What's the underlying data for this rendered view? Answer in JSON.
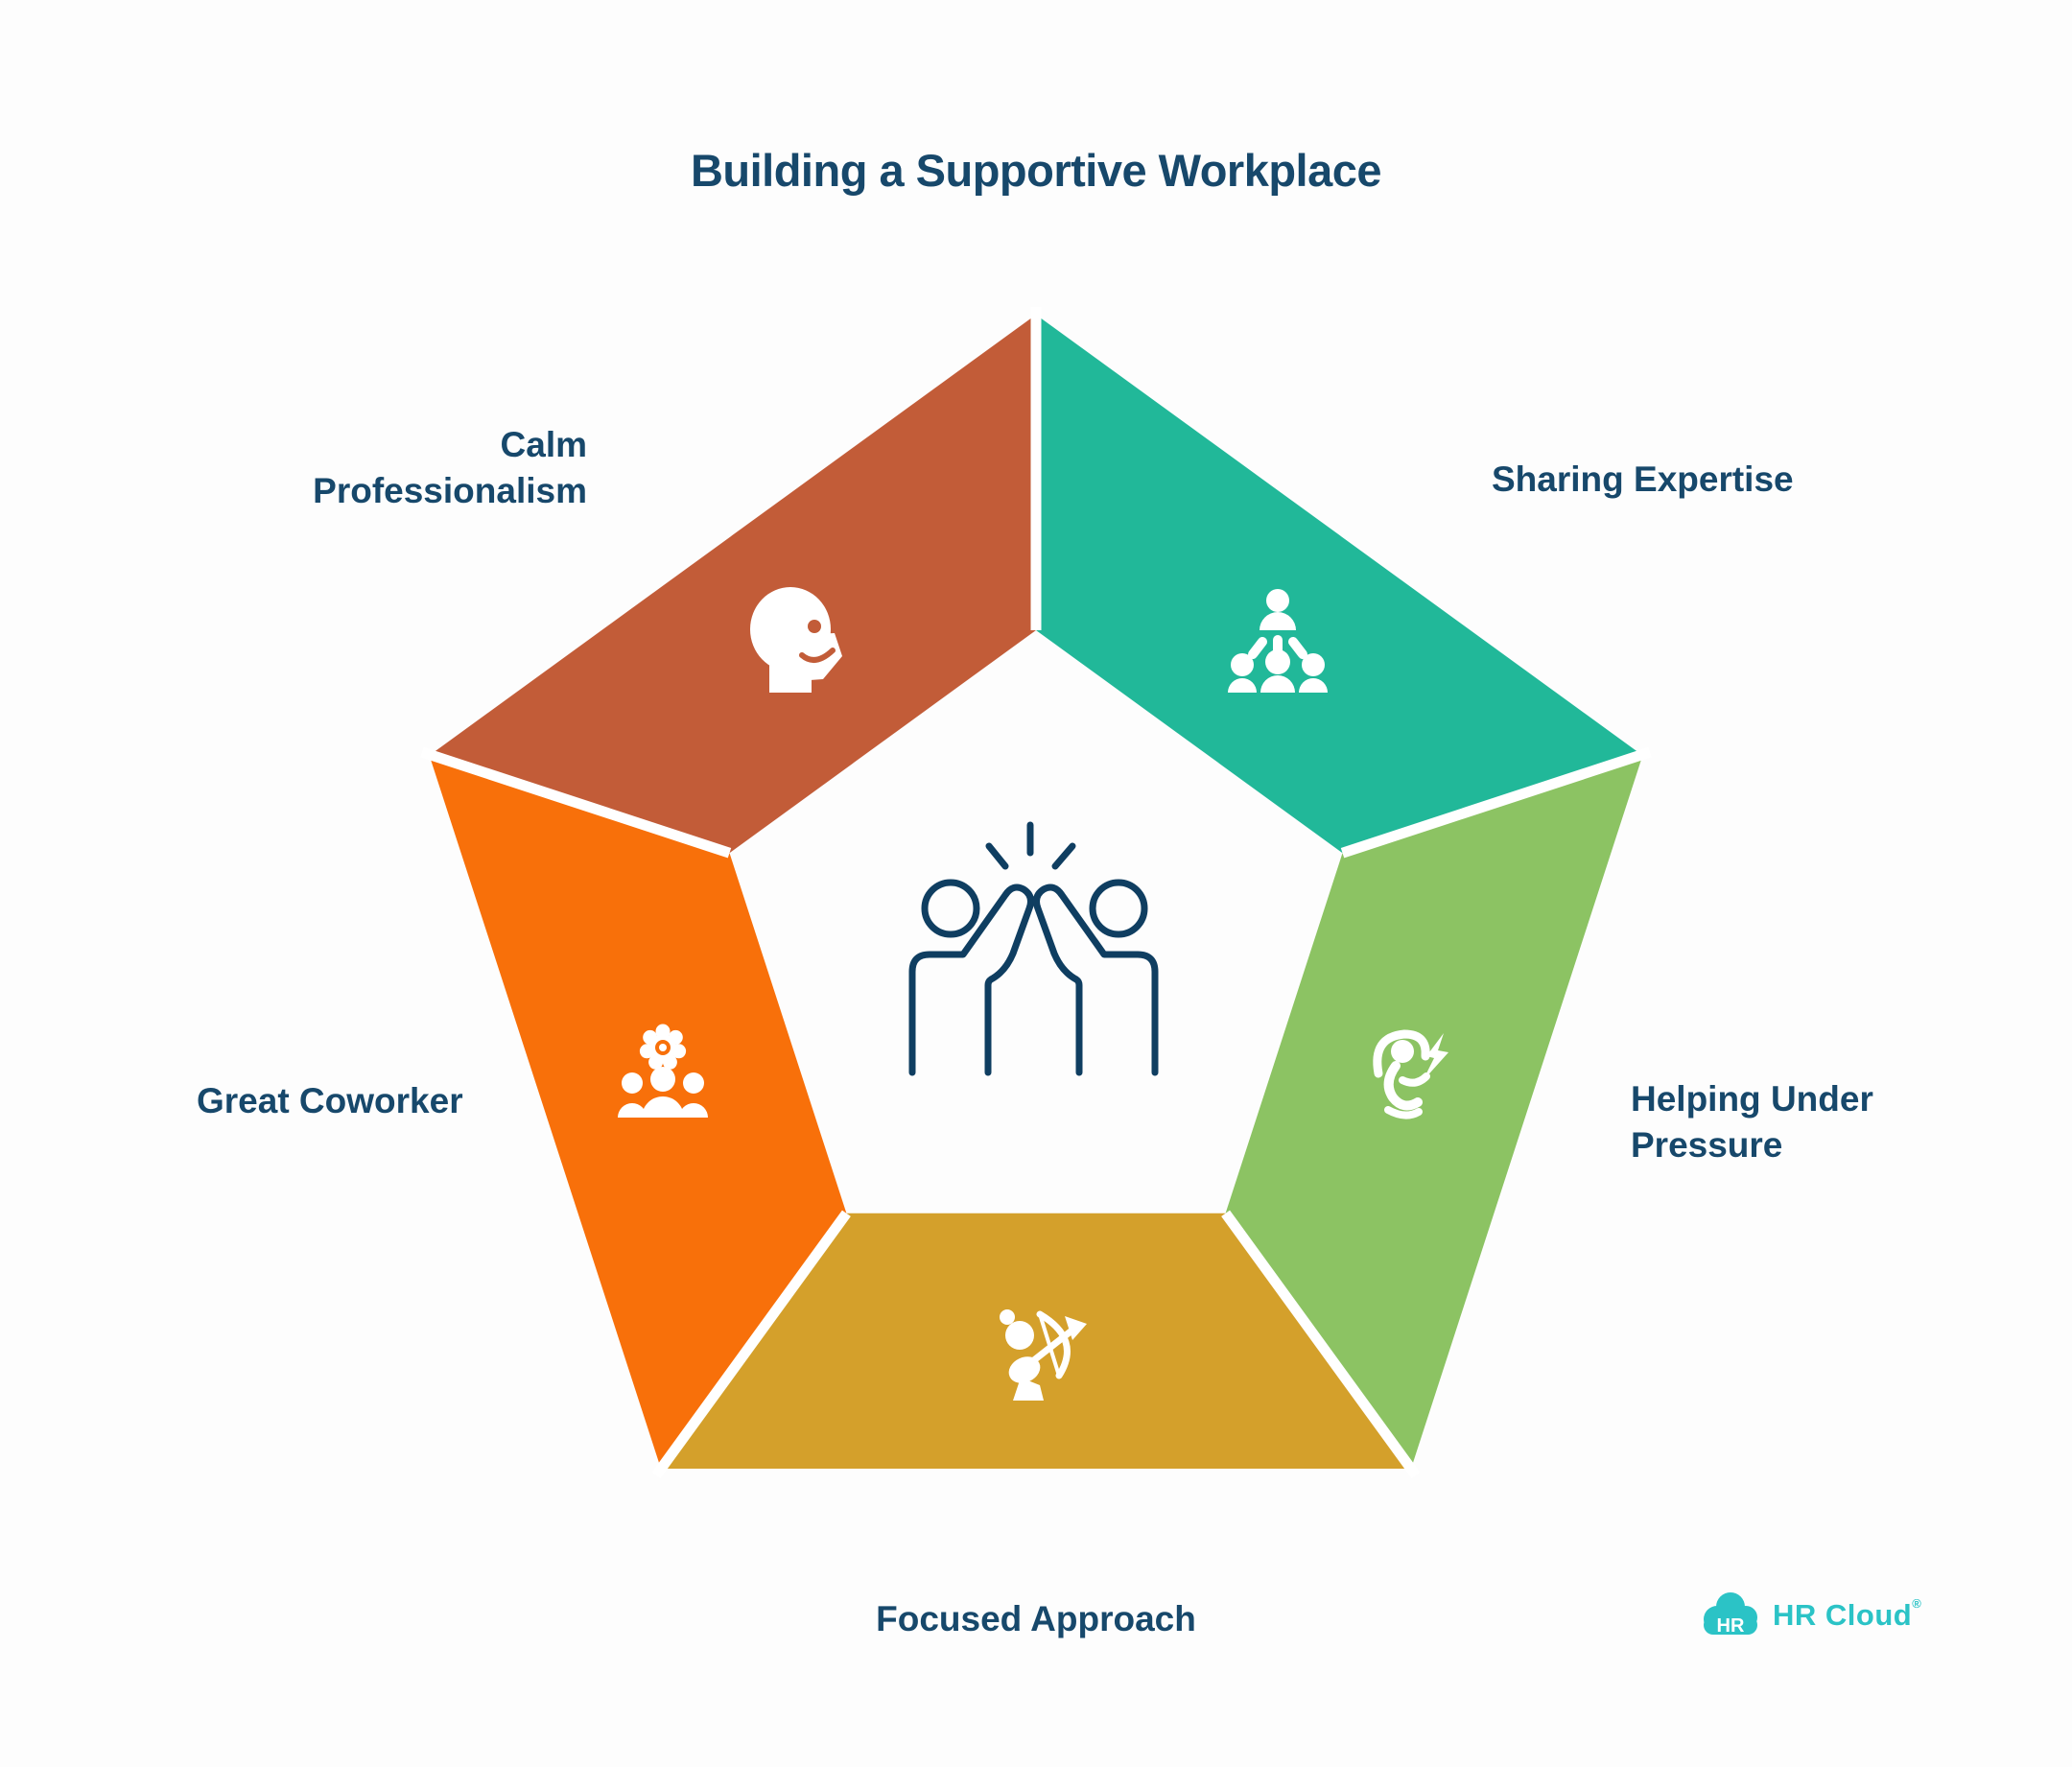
{
  "title": "Building a Supportive Workplace",
  "colors": {
    "background": "#FDFDFD",
    "text_navy": "#17486B",
    "center_icon_navy": "#0F3E61",
    "divider_white": "#FFFFFF",
    "logo_teal": "#2BC3C6"
  },
  "center": {
    "icon": "high-five-icon"
  },
  "segments": [
    {
      "id": "calm-professionalism",
      "label": "Calm\nProfessionalism",
      "color": "#C25C38",
      "icon": "head-profile-icon",
      "position": "top-left"
    },
    {
      "id": "sharing-expertise",
      "label": "Sharing Expertise",
      "color": "#21B899",
      "icon": "team-hierarchy-icon",
      "position": "top-right"
    },
    {
      "id": "helping-under-pressure",
      "label": "Helping Under\nPressure",
      "color": "#8CC363",
      "icon": "stressed-person-lightning-icon",
      "position": "right"
    },
    {
      "id": "focused-approach",
      "label": "Focused Approach",
      "color": "#D4A02B",
      "icon": "archer-bow-arrow-icon",
      "position": "bottom"
    },
    {
      "id": "great-coworker",
      "label": "Great Coworker",
      "color": "#F8700A",
      "icon": "team-gear-icon",
      "position": "left"
    }
  ],
  "brand": {
    "cloud_monogram": "HR",
    "name": "HR Cloud",
    "registered_mark": "®"
  }
}
